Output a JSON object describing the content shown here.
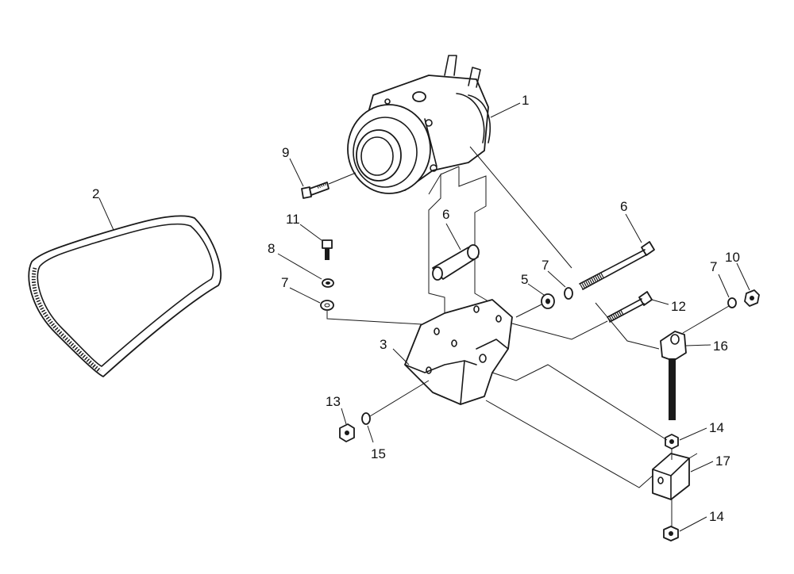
{
  "callouts": {
    "c1": "1",
    "c2": "2",
    "c3": "3",
    "c5": "5",
    "c6a": "6",
    "c6b": "6",
    "c7a": "7",
    "c7b": "7",
    "c7c": "7",
    "c8": "8",
    "c9": "9",
    "c10": "10",
    "c11": "11",
    "c12": "12",
    "c13": "13",
    "c14a": "14",
    "c14b": "14",
    "c15": "15",
    "c16": "16",
    "c17": "17"
  },
  "colors": {
    "line": "#1a1a1a",
    "background": "#ffffff"
  }
}
